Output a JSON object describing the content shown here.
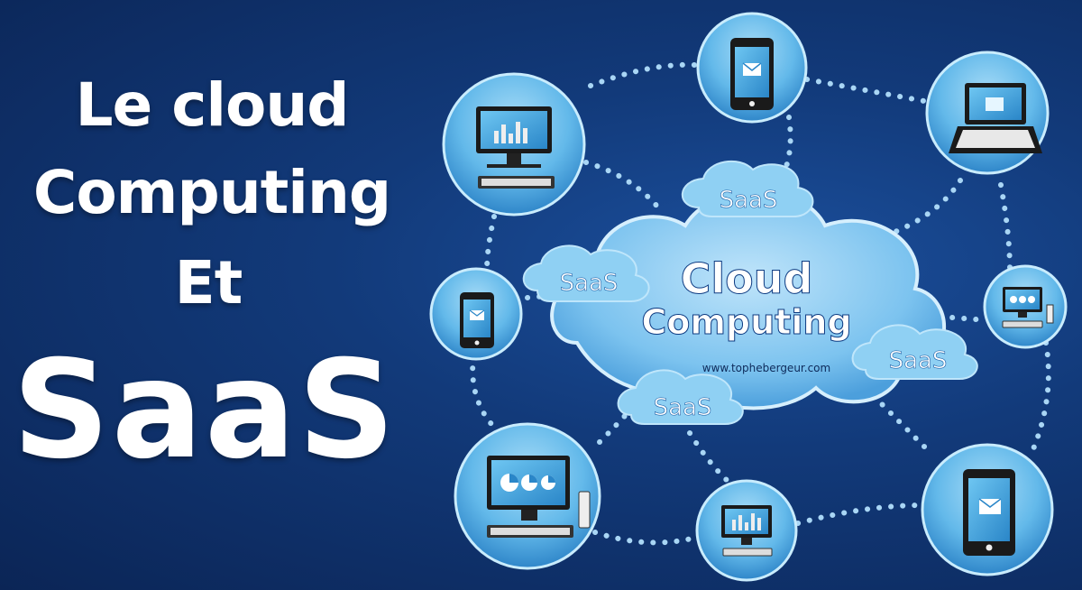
{
  "headline": {
    "line1": "Le cloud",
    "line2": "Computing",
    "line3": "Et",
    "line4": "SaaS"
  },
  "diagram": {
    "center_line1": "Cloud",
    "center_line2": "Computing",
    "website": "www.tophebergeur.com",
    "saas_labels": [
      "SaaS",
      "SaaS",
      "SaaS",
      "SaaS"
    ]
  },
  "devices": [
    {
      "name": "desktop-chart-monitor"
    },
    {
      "name": "tablet-mail"
    },
    {
      "name": "laptop"
    },
    {
      "name": "small-phone-mail"
    },
    {
      "name": "small-desktop-pie"
    },
    {
      "name": "desktop-pie-charts"
    },
    {
      "name": "desktop-bar-chart"
    },
    {
      "name": "tablet-mail-right"
    }
  ],
  "colors": {
    "background": "#123a7a",
    "node_fill": "#5fb7e8",
    "cloud_fill": "#7cc3ef",
    "dots": "#a9d6f5",
    "text": "#ffffff",
    "cloud_text": "#0d3b82"
  }
}
